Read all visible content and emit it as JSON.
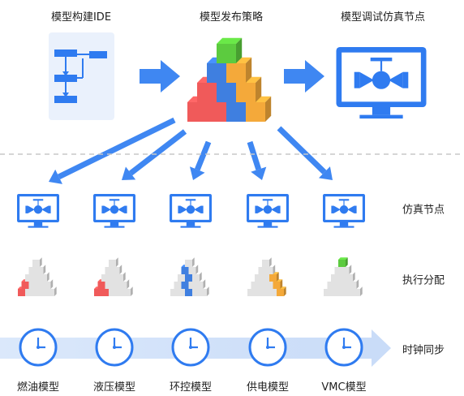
{
  "top_labels": {
    "ide": "模型构建IDE",
    "strategy": "模型发布策略",
    "debug_node": "模型调试仿真节点"
  },
  "row_labels": {
    "sim_nodes": "仿真节点",
    "allocation": "执行分配",
    "clock_sync": "时钟同步"
  },
  "models": [
    {
      "name": "燃油模型",
      "color": "#f05a5a"
    },
    {
      "name": "液压模型",
      "color": "#f05a5a"
    },
    {
      "name": "环控模型",
      "color": "#3f7fe0"
    },
    {
      "name": "供电模型",
      "color": "#f4a93a"
    },
    {
      "name": "VMC模型",
      "color": "#5ccb3f"
    }
  ],
  "colors": {
    "accent_blue": "#2f7bf0",
    "arrow_blue": "#3f87f2",
    "cube_red": "#f05a5a",
    "cube_blue": "#3f7fe0",
    "cube_orange": "#f4a93a",
    "cube_green": "#5ccb3f",
    "cube_gray": "#e3e3e3",
    "band": "#dbe8fb"
  },
  "icons": {
    "ide": "flowchart-document-icon",
    "strategy": "cube-pyramid-icon",
    "monitor": "monitor-with-model-icon",
    "clock": "clock-icon"
  }
}
